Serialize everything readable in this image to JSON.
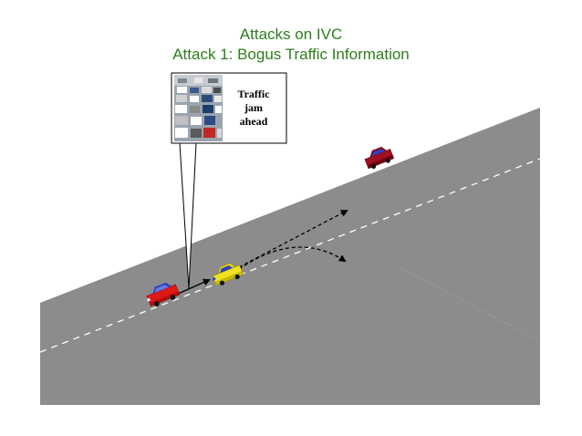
{
  "title": {
    "line1": "Attacks on IVC",
    "line2": "Attack 1: Bogus Traffic Information"
  },
  "callout": {
    "lines": [
      "Traffic",
      "jam",
      "ahead"
    ],
    "image": "traffic-jam-photo"
  },
  "colors": {
    "title": "#2e7d1e",
    "road": "#8c8c8c",
    "lane_marking": "#ffffff",
    "attacker_car": "#e01818",
    "victim_car": "#f0e020",
    "other_car": "#a01020"
  },
  "icons": {
    "attacker_vehicle": "red-car-icon",
    "victim_vehicle": "yellow-car-icon",
    "distant_vehicle": "dark-red-car-icon"
  }
}
